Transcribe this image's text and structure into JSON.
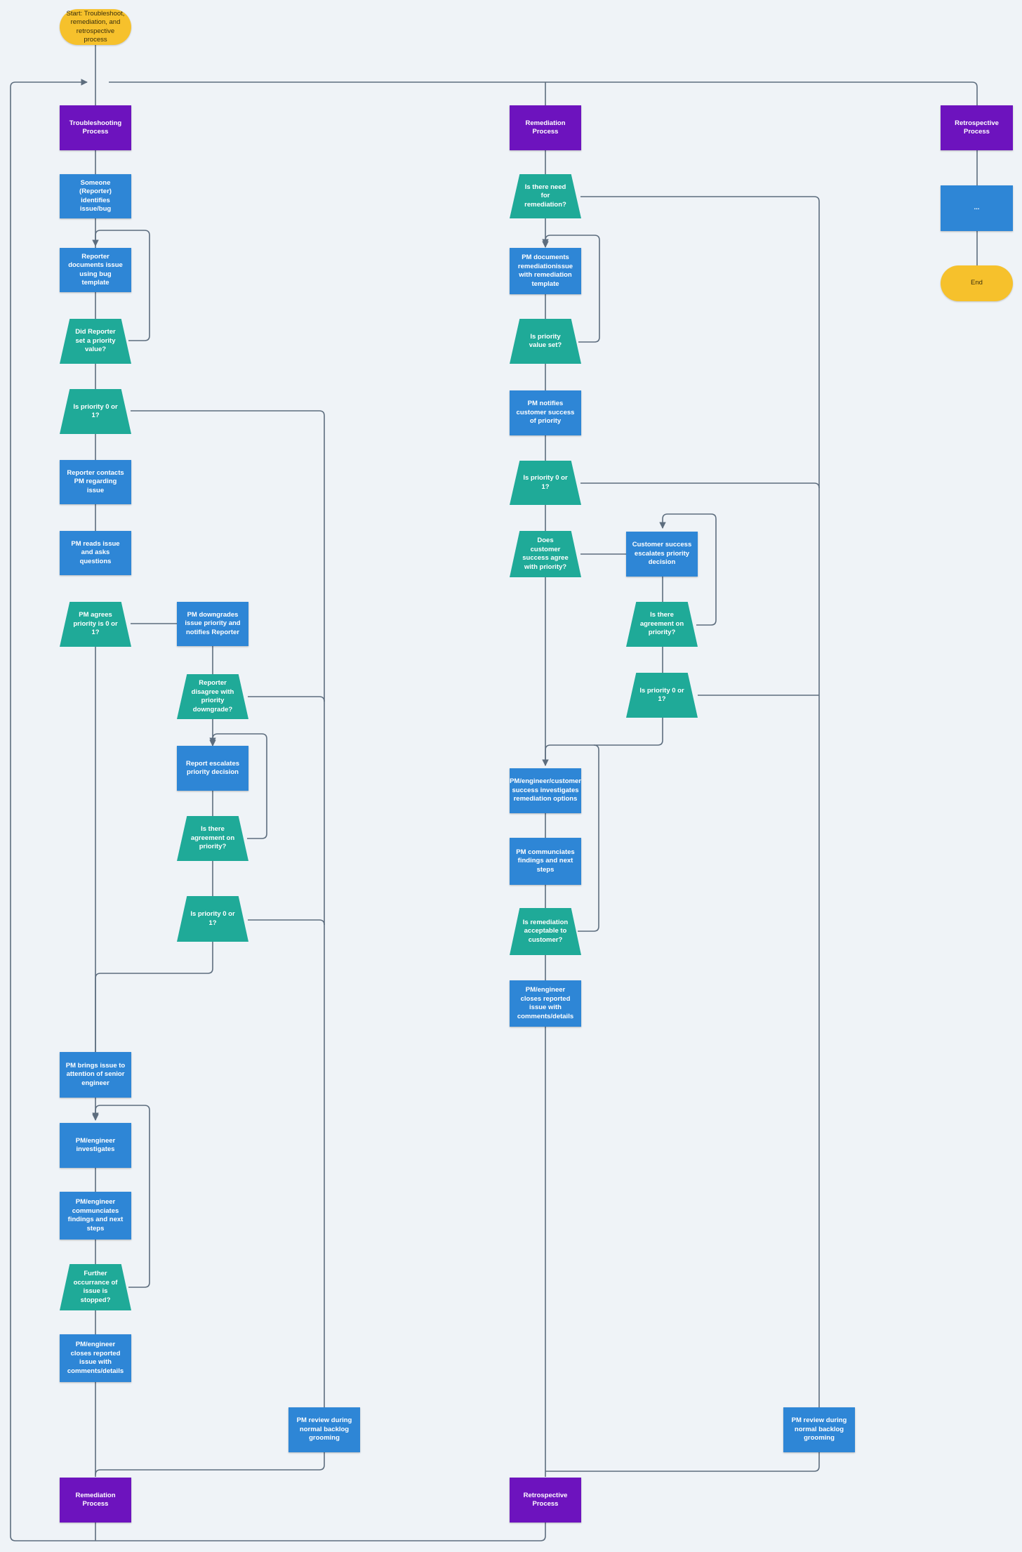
{
  "start": "Start: Troubleshoot, remediation, and retrospective process",
  "troubleshooting": {
    "header": "Troubleshooting Process",
    "reporter_identifies": "Someone (Reporter) identifies issue/bug",
    "reporter_documents": "Reporter documents issue using bug template",
    "did_set_priority": "Did Reporter set a priority value?",
    "is_priority_0_or_1": "Is priority 0 or 1?",
    "reporter_contacts_pm": "Reporter contacts PM regarding issue",
    "pm_reads_issue": "PM reads issue and asks questions",
    "pm_agrees": "PM agrees priority is 0 or 1?",
    "pm_downgrades": "PM downgrades issue priority and notifies Reporter",
    "reporter_disagree": "Reporter disagree with priority downgrade?",
    "report_escalates": "Report escalates priority decision",
    "is_there_agreement": "Is there agreement on priority?",
    "is_priority_0_or_1_b": "Is priority 0 or 1?",
    "pm_brings_issue": "PM brings issue to attention of senior engineer",
    "pm_engineer_investigates": "PM/engineer investigates",
    "pm_engineer_communicates": "PM/engineer communciates findings and next steps",
    "further_occurrance": "Further occurrance of issue is stopped?",
    "pm_engineer_closes": "PM/engineer closes reported issue with comments/details",
    "pm_review": "PM review during normal backlog grooming",
    "to_remediation": "Remediation Process"
  },
  "remediation": {
    "header": "Remediation Process",
    "need_for_remediation": "Is there need for remediation?",
    "pm_documents": "PM documents remediationissue with remediation template",
    "is_priority_value_set": "Is priority value set?",
    "pm_notifies_cs": "PM notifies customer success of priority",
    "is_priority_0_or_1": "Is priority 0 or 1?",
    "cs_agree": "Does customer success agree with priority?",
    "cs_escalates": "Customer success escalates priority decision",
    "is_there_agreement": "Is there agreement on priority?",
    "is_priority_0_or_1_b": "Is priority 0 or 1?",
    "investigates_options": "PM/engineer/customer success investigates remediation options",
    "pm_communicates": "PM communciates findings and next steps",
    "remediation_acceptable": "Is remediation acceptable to customer?",
    "pm_engineer_closes": "PM/engineer closes reported issue with comments/details",
    "pm_review": "PM review during normal backlog grooming",
    "to_retrospective": "Retrospective Process"
  },
  "retrospective": {
    "header": "Retrospective Process",
    "placeholder": "...",
    "end": "End"
  },
  "colors": {
    "process_header": "#6d13be",
    "action": "#2e86d6",
    "decision": "#1faa98",
    "terminal": "#f6c12c",
    "connector": "#5d6d7e",
    "background": "#eff3f7"
  }
}
